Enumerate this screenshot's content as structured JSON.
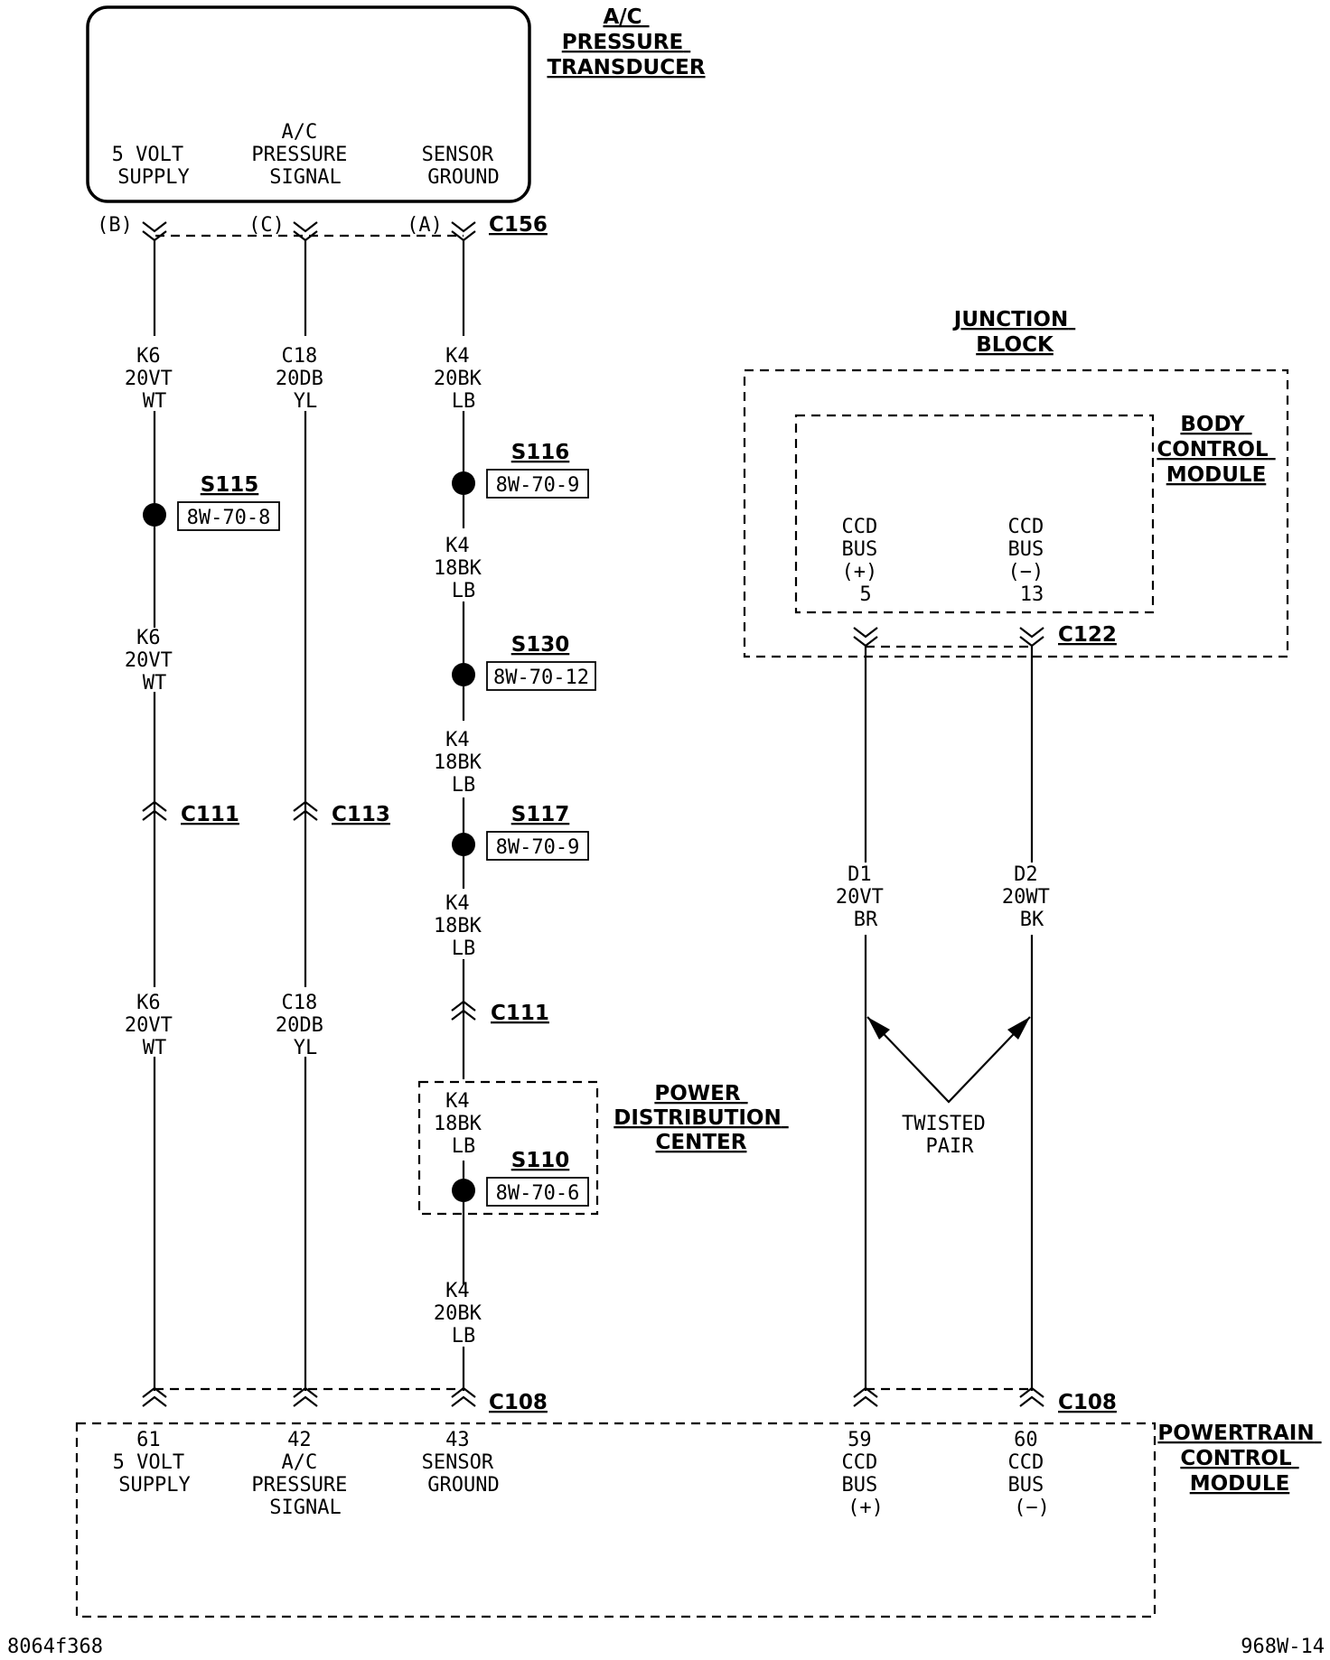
{
  "components": {
    "transducer": {
      "title_lines": [
        "A/C",
        "PRESSURE",
        "TRANSDUCER"
      ],
      "pins": [
        {
          "lines": [
            "5 VOLT",
            "SUPPLY"
          ]
        },
        {
          "lines": [
            "A/C",
            "PRESSURE",
            "SIGNAL"
          ]
        },
        {
          "lines": [
            "SENSOR",
            "GROUND"
          ]
        }
      ]
    },
    "junction_block": {
      "title_lines": [
        "JUNCTION",
        "BLOCK"
      ]
    },
    "bcm": {
      "title_lines": [
        "BODY",
        "CONTROL",
        "MODULE"
      ],
      "pins": [
        {
          "lines": [
            "CCD",
            "BUS",
            "(+)",
            "5"
          ]
        },
        {
          "lines": [
            "CCD",
            "BUS",
            "(−)",
            "13"
          ]
        }
      ]
    },
    "pdc": {
      "title_lines": [
        "POWER",
        "DISTRIBUTION",
        "CENTER"
      ]
    },
    "pcm": {
      "title_lines": [
        "POWERTRAIN",
        "CONTROL",
        "MODULE"
      ],
      "pins": [
        {
          "lines": [
            "61",
            "5 VOLT",
            "SUPPLY"
          ]
        },
        {
          "lines": [
            "42",
            "A/C",
            "PRESSURE",
            "SIGNAL"
          ]
        },
        {
          "lines": [
            "43",
            "SENSOR",
            "GROUND"
          ]
        },
        {
          "lines": [
            "59",
            "CCD",
            "BUS",
            "(+)"
          ]
        },
        {
          "lines": [
            "60",
            "CCD",
            "BUS",
            "(−)"
          ]
        }
      ]
    }
  },
  "connectors": {
    "c156": {
      "name": "C156",
      "cavities": [
        "(B)",
        "(C)",
        "(A)"
      ]
    },
    "c122": {
      "name": "C122"
    },
    "c111_a": {
      "name": "C111"
    },
    "c113": {
      "name": "C113"
    },
    "c111_b": {
      "name": "C111"
    },
    "c108_a": {
      "name": "C108"
    },
    "c108_b": {
      "name": "C108"
    }
  },
  "wire_labels": {
    "k6_top": [
      "K6",
      "20VT",
      "WT"
    ],
    "k6_mid": [
      "K6",
      "20VT",
      "WT"
    ],
    "k6_bot": [
      "K6",
      "20VT",
      "WT"
    ],
    "c18_top": [
      "C18",
      "20DB",
      "YL"
    ],
    "c18_bot": [
      "C18",
      "20DB",
      "YL"
    ],
    "k4_1": [
      "K4",
      "20BK",
      "LB"
    ],
    "k4_2": [
      "K4",
      "18BK",
      "LB"
    ],
    "k4_3": [
      "K4",
      "18BK",
      "LB"
    ],
    "k4_4": [
      "K4",
      "18BK",
      "LB"
    ],
    "k4_5": [
      "K4",
      "18BK",
      "LB"
    ],
    "k4_6": [
      "K4",
      "20BK",
      "LB"
    ],
    "d1": [
      "D1",
      "20VT",
      "BR"
    ],
    "d2": [
      "D2",
      "20WT",
      "BK"
    ]
  },
  "splices": {
    "s115": {
      "name": "S115",
      "ref": "8W-70-8"
    },
    "s116": {
      "name": "S116",
      "ref": "8W-70-9"
    },
    "s130": {
      "name": "S130",
      "ref": "8W-70-12"
    },
    "s117": {
      "name": "S117",
      "ref": "8W-70-9"
    },
    "s110": {
      "name": "S110",
      "ref": "8W-70-6"
    }
  },
  "twisted_pair": [
    "TWISTED",
    "PAIR"
  ],
  "footer": {
    "left": "8064f368",
    "right": "968W-14"
  }
}
